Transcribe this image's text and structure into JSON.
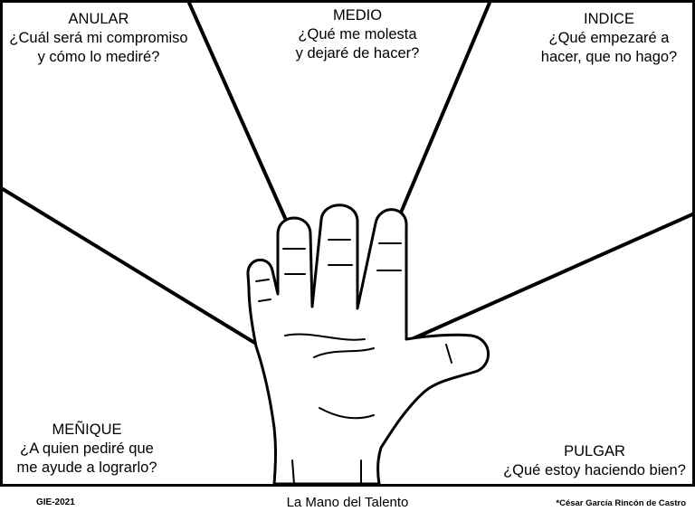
{
  "fingers": {
    "anular": {
      "title": "ANULAR",
      "question": "¿Cuál será mi compromiso\ny cómo lo mediré?"
    },
    "medio": {
      "title": "MEDIO",
      "question": "¿Qué me molesta\ny dejaré de hacer?"
    },
    "indice": {
      "title": "INDICE",
      "question": "¿Qué empezaré a\nhacer, que no hago?"
    },
    "menique": {
      "title": "MEÑIQUE",
      "question": "¿A quien pediré que\nme ayude a lograrlo?"
    },
    "pulgar": {
      "title": "PULGAR",
      "question": "¿Qué estoy haciendo bien?"
    }
  },
  "footer": {
    "left": "GIE-2021",
    "title": "La Mano del Talento",
    "right": "*César García Rincón de Castro"
  },
  "colors": {
    "line": "#000000",
    "background": "#ffffff"
  }
}
